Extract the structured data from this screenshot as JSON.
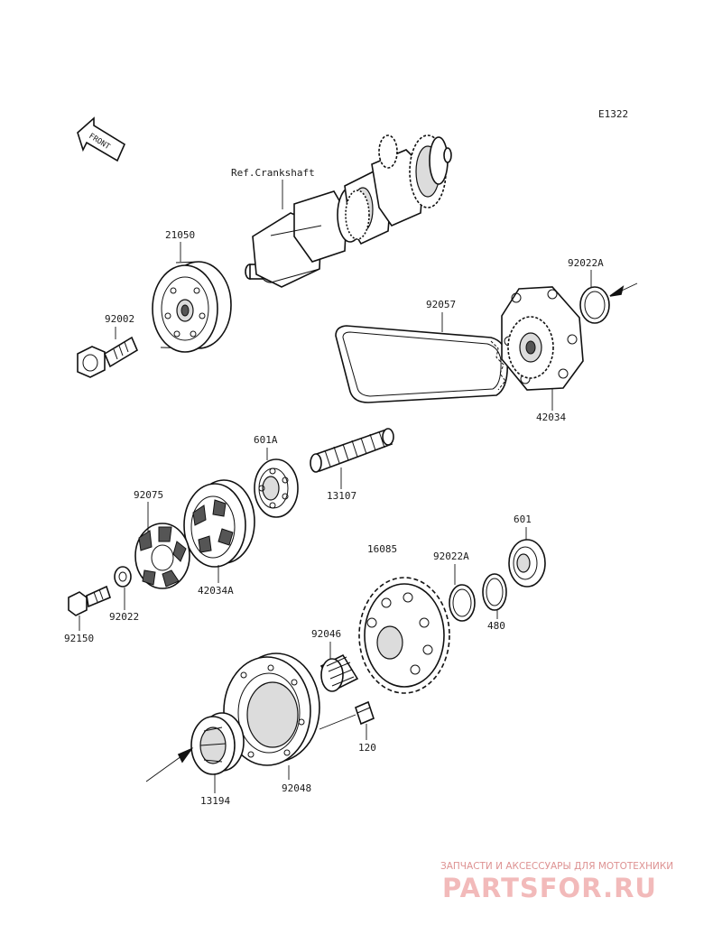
{
  "diagram_code": "E1322",
  "front_arrow_text": "FRONT",
  "crankshaft_ref": "Ref.Crankshaft",
  "parts": {
    "p21050": "21050",
    "p92002": "92002",
    "p92057": "92057",
    "p92022A_top": "92022A",
    "p42034": "42034",
    "p601A": "601A",
    "p13107": "13107",
    "p92075": "92075",
    "p42034A": "42034A",
    "p92022": "92022",
    "p92150": "92150",
    "p601": "601",
    "p16085": "16085",
    "p92022A_mid": "92022A",
    "p480": "480",
    "p92046": "92046",
    "p120": "120",
    "p13194": "13194",
    "p92048": "92048"
  },
  "watermark": {
    "tagline": "ЗАПЧАСТИ И АКСЕССУАРЫ ДЛЯ МОТОТЕХНИКИ",
    "logo": "PARTSFOR.RU"
  }
}
